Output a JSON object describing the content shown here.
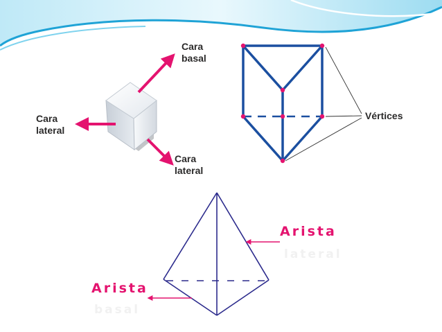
{
  "colors": {
    "accent": "#e4136f",
    "prism_stroke": "#1b4fa0",
    "pyramid_stroke": "#2b2a8c",
    "text": "#2b2a2a",
    "banner_light": "#cdeef8",
    "banner_mid": "#7fd3ee",
    "banner_dark": "#1fa3d6"
  },
  "cube": {
    "top_label": {
      "line1": "Cara",
      "line2": "basal"
    },
    "left_label": {
      "line1": "Cara",
      "line2": "lateral"
    },
    "bottom_label": {
      "line1": "Cara",
      "line2": "lateral"
    }
  },
  "prism": {
    "vertices_label": "Vértices"
  },
  "pyramid": {
    "lateral_edge_label": {
      "line1": "Arista",
      "line2": "lateral"
    },
    "base_edge_label": {
      "line1": "Arista",
      "line2": "basal"
    }
  }
}
